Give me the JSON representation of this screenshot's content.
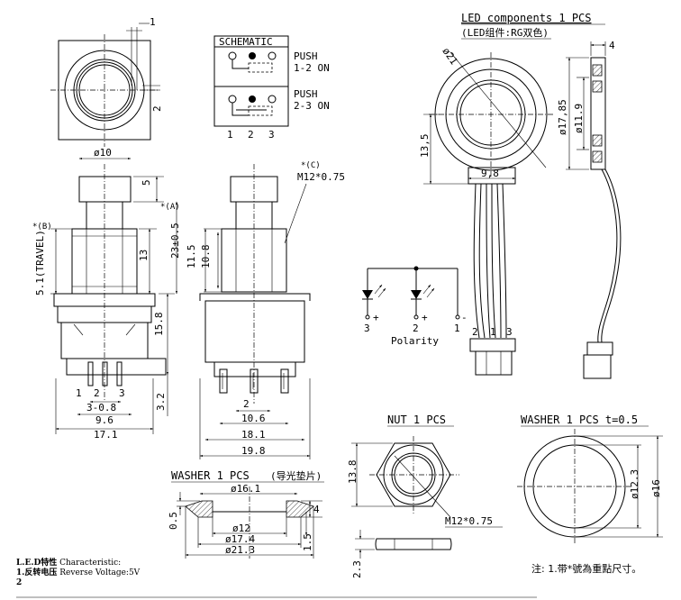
{
  "top_view": {
    "dim_side": "1",
    "dim_corner": "2",
    "dim_width": "ø10"
  },
  "schematic": {
    "title": "SCHEMATIC",
    "push1": "PUSH",
    "on1": "1-2  ON",
    "push2": "PUSH",
    "on2": "2-3  ON",
    "pins": [
      "1",
      "2",
      "3"
    ]
  },
  "front_view": {
    "dims": {
      "top": "5",
      "a_mark": "*(A)",
      "b_mark": "*(B)",
      "height": "23±0.5",
      "body": "13",
      "travel": "5.1(TRAVEL)",
      "lower": "15.8",
      "pin": "3.2"
    },
    "pins": [
      "1",
      "2",
      "3"
    ],
    "bottom_dims": [
      "3-0.8",
      "9.6",
      "17.1"
    ]
  },
  "side_view": {
    "c_mark": "*(C)",
    "thread": "M12*0.75",
    "dims": {
      "h1": "11.5",
      "h2": "10.8"
    },
    "bottom_dims": [
      "2",
      "10.6",
      "18.1",
      "19.8"
    ]
  },
  "led": {
    "title": "LED  components  1  PCS",
    "subtitle": "(LED组件:RG双色)",
    "dims": {
      "d21": "ø21",
      "w4": "4",
      "d1785": "ø17,85",
      "d119": "ø11.9",
      "h135": "13,5",
      "w98": "9,8"
    },
    "wires": [
      "2",
      "1",
      "3"
    ],
    "polarity": {
      "label": "Polarity",
      "pins": [
        "3",
        "2",
        "1"
      ],
      "plus1": "+",
      "plus2": "+",
      "minus": "-"
    }
  },
  "nut": {
    "title": "NUT  1  PCS",
    "dim_h": "13.8",
    "thread": "M12*0.75",
    "thick": "2.3"
  },
  "washer1": {
    "title": "WASHER  1  PCS  t=0.5",
    "d_in": "ø12.3",
    "d_out": "ø16"
  },
  "washer2": {
    "title": "WASHER  1  PCS",
    "title_cn": "(导光垫片)",
    "dims": {
      "d161": "ø16.1",
      "t05": "0.5",
      "h4": "4",
      "d12": "ø12",
      "d174": "ø17.4",
      "d213": "ø21.3",
      "h15": "1.5"
    }
  },
  "notes": {
    "line1_bold": "L.E.D特性",
    "line1_rest": " Characteristic:",
    "line2_bold": "1.反转电压",
    "line2_rest": " Reverse Voltage:5V",
    "line3": "2"
  },
  "note_right": "注: 1.带*號為重點尺寸。"
}
